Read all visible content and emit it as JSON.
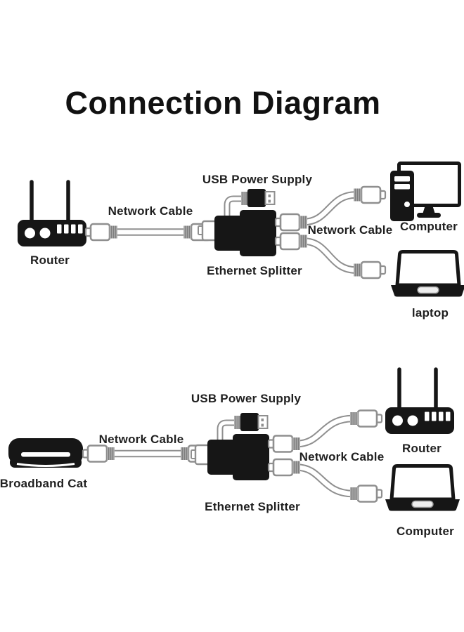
{
  "title": "Connection Diagram",
  "colors": {
    "ink": "#161616",
    "line": "#8f8f8f",
    "boot": "#aeaeae",
    "text": "#1f1f1f"
  },
  "icons": [
    "router-icon",
    "broadband-modem-icon",
    "rj45-connector-icon",
    "network-cable-icon",
    "ethernet-splitter-icon",
    "usb-plug-icon",
    "desktop-computer-icon",
    "laptop-icon"
  ],
  "top_diagram": {
    "source": "Router",
    "left_cable": "Network Cable",
    "usb": "USB Power Supply",
    "splitter": "Ethernet Splitter",
    "right_cable": "Network Cable",
    "upper_device": "Computer",
    "lower_device": "laptop"
  },
  "bottom_diagram": {
    "source": "Broadband Cat",
    "left_cable": "Network Cable",
    "usb": "USB Power Supply",
    "splitter": "Ethernet Splitter",
    "right_cable": "Network Cable",
    "upper_device": "Router",
    "lower_device": "Computer"
  }
}
